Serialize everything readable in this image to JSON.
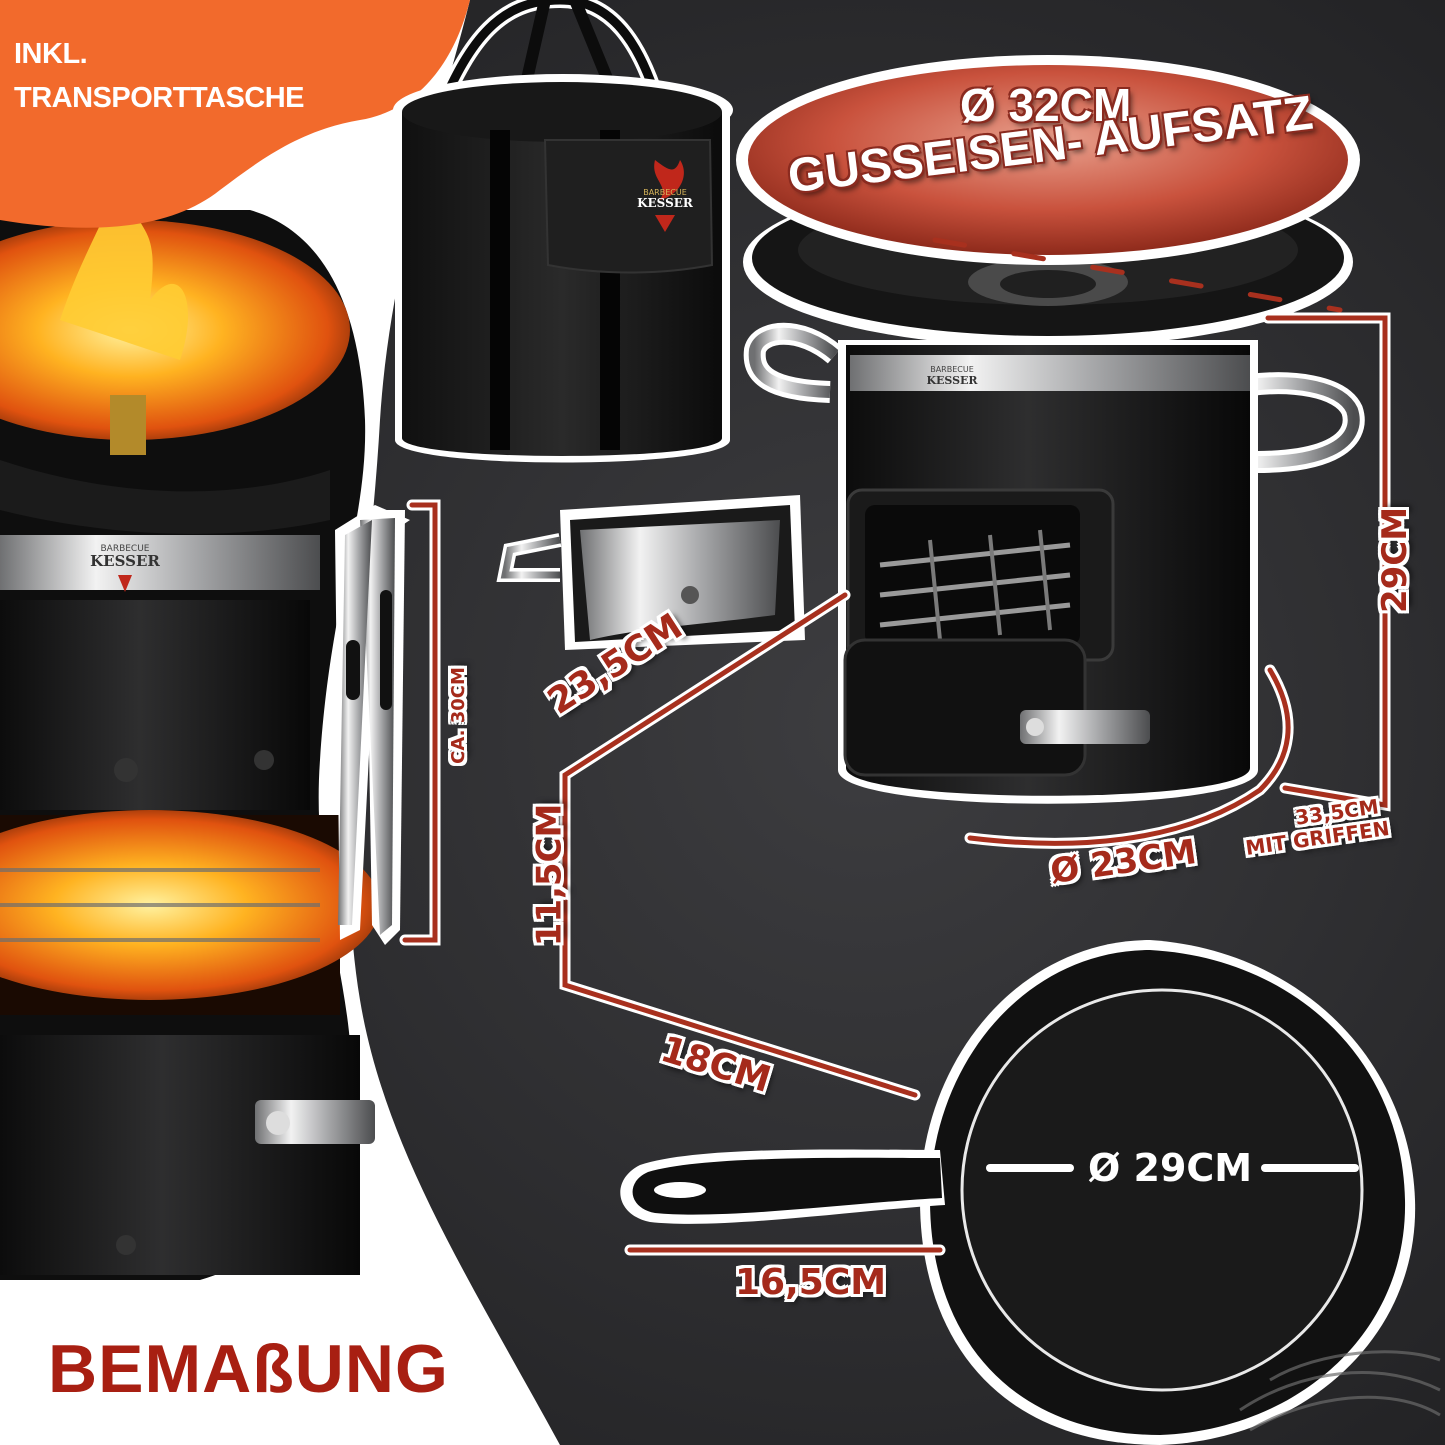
{
  "badge": {
    "line1": "INKL.",
    "line2": "TRANSPORTTASCHE"
  },
  "brand": {
    "top": "BARBECUE",
    "name": "KESSER"
  },
  "dimensions": {
    "top_plate": {
      "diameter": "Ø 32CM",
      "title": "GUSSEISEN- AUFSATZ"
    },
    "height": "29CM",
    "width_with_handles_value": "33,5CM",
    "width_with_handles_note": "MIT GRIFFEN",
    "base_diameter": "Ø 23CM",
    "door_width": "23,5CM",
    "door_height": "11,5CM",
    "door_depth": "18CM",
    "pan_diameter": "Ø 29CM",
    "pan_handle": "16,5CM",
    "tongs": "CA. 30CM"
  },
  "footer_title": "BEMAßUNG",
  "colors": {
    "accent": "#a52a1b",
    "badge": "#f26a2c",
    "background": "#2b2b2d"
  }
}
